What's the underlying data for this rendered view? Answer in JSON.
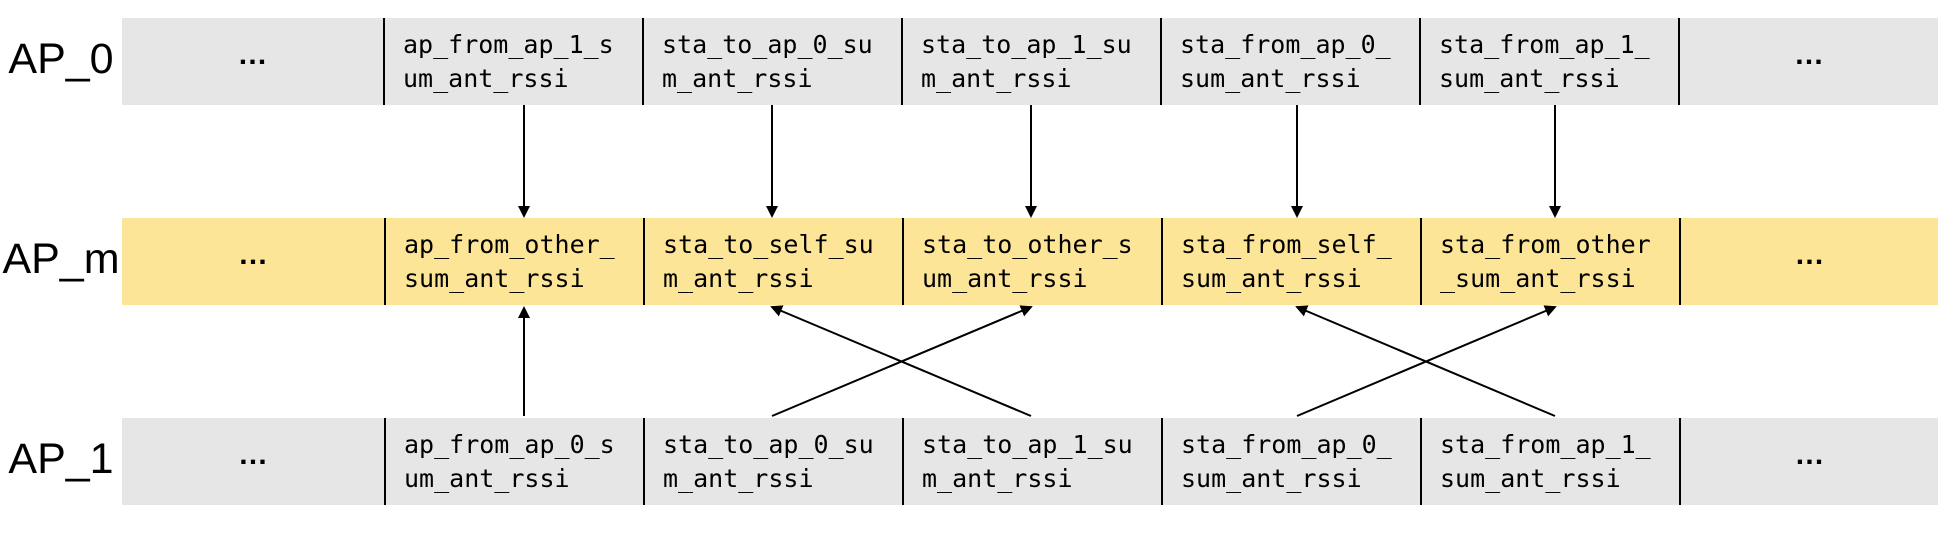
{
  "rows": [
    {
      "label": "AP_0",
      "cells": [
        "…",
        "ap_from_ap_1_s\num_ant_rssi",
        "sta_to_ap_0_su\nm_ant_rssi",
        "sta_to_ap_1_su\nm_ant_rssi",
        "sta_from_ap_0_\nsum_ant_rssi",
        "sta_from_ap_1_\nsum_ant_rssi",
        "…"
      ]
    },
    {
      "label": "AP_m",
      "cells": [
        "…",
        "ap_from_other_\nsum_ant_rssi",
        "sta_to_self_su\nm_ant_rssi",
        "sta_to_other_s\num_ant_rssi",
        "sta_from_self_\nsum_ant_rssi",
        "sta_from_other\n_sum_ant_rssi",
        "…"
      ]
    },
    {
      "label": "AP_1",
      "cells": [
        "…",
        "ap_from_ap_0_s\num_ant_rssi",
        "sta_to_ap_0_su\nm_ant_rssi",
        "sta_to_ap_1_su\nm_ant_rssi",
        "sta_from_ap_0_\nsum_ant_rssi",
        "sta_from_ap_1_\nsum_ant_rssi",
        "…"
      ]
    }
  ],
  "colors": {
    "ap_row": "#e6e6e6",
    "merged_row": "#fde598",
    "line": "#000000"
  }
}
